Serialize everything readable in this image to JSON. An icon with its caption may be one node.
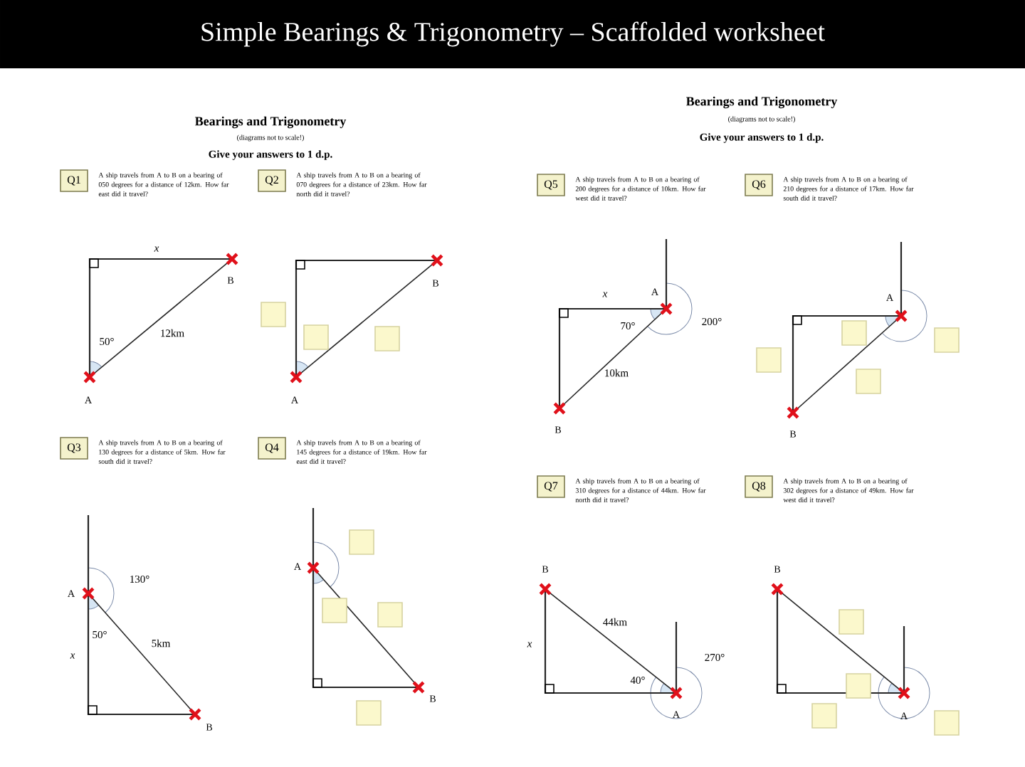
{
  "diagram": {
    "title": "Simple Bearings & Trigonometry – Scaffolded worksheet",
    "nodes": [
      {
        "text": [
          "Q1"
        ],
        "beside": [
          "A ship travels from A to B on a bearing of 050 degrees for a distance of 12km. How far east did it travel?"
        ]
      },
      {
        "text": [
          "Q2"
        ],
        "beside": [
          "A ship travels from A to B on a bearing of 070 degrees for a distance of 23km. How far north did it travel?"
        ]
      },
      {
        "text": [],
        "shape": "box"
      },
      {
        "text": [],
        "shape": "box"
      },
      {
        "text": [],
        "shape": "box"
      },
      {
        "text": [
          "Q3"
        ],
        "beside": [
          "A ship travels from A to B on a bearing of 130 degrees for a distance of 5km. How far south did it travel?"
        ]
      },
      {
        "text": [
          "Q4"
        ],
        "beside": [
          "A ship travels from A to B on a bearing of 145 degrees for a distance of 19km. How far east did it travel?"
        ]
      },
      {
        "text": [],
        "shape": "box"
      },
      {
        "text": [],
        "shape": "box"
      },
      {
        "text": [],
        "shape": "box"
      },
      {
        "text": [],
        "shape": "box"
      },
      {
        "text": [
          "Q5"
        ],
        "beside": [
          "A ship travels from A to B on a bearing of 200 degrees for a distance of 10km. How far west did it travel?"
        ]
      },
      {
        "text": [
          "Q6"
        ],
        "beside": [
          "A ship travels from A to B on a bearing of 210 degrees for a distance of 17km. How far south did it travel?"
        ]
      },
      {
        "text": [],
        "shape": "box"
      },
      {
        "text": [],
        "shape": "box"
      },
      {
        "text": [],
        "shape": "box"
      },
      {
        "text": [],
        "shape": "box"
      },
      {
        "text": [
          "Q7"
        ],
        "beside": [
          "A ship travels from A to B on a bearing of 310 degrees for a distance of 44km. How far north did it travel?"
        ]
      },
      {
        "text": [
          "Q8"
        ],
        "beside": [
          "A ship travels from A to B on a bearing of 302 degrees for a distance of 49km. How far west did it travel?"
        ]
      },
      {
        "text": [],
        "shape": "box"
      },
      {
        "text": [],
        "shape": "box"
      },
      {
        "text": [],
        "shape": "box"
      },
      {
        "text": [],
        "shape": "box"
      }
    ],
    "labels": [
      "Bearings and Trigonometry",
      "(diagrams not to scale!)",
      "Give your answers to 1 d.p.",
      "Bearings and Trigonometry",
      "(diagrams not to scale!)",
      "Give your answers to 1 d.p.",
      "x",
      "B",
      "50°",
      "12km",
      "A",
      "B",
      "A",
      "A",
      "130°",
      "50°",
      "5km",
      "x",
      "B",
      "A",
      "B",
      "x",
      "A",
      "70°",
      "200°",
      "10km",
      "B",
      "A",
      "B",
      "B",
      "x",
      "44km",
      "40°",
      "270°",
      "A",
      "B",
      "A"
    ]
  }
}
